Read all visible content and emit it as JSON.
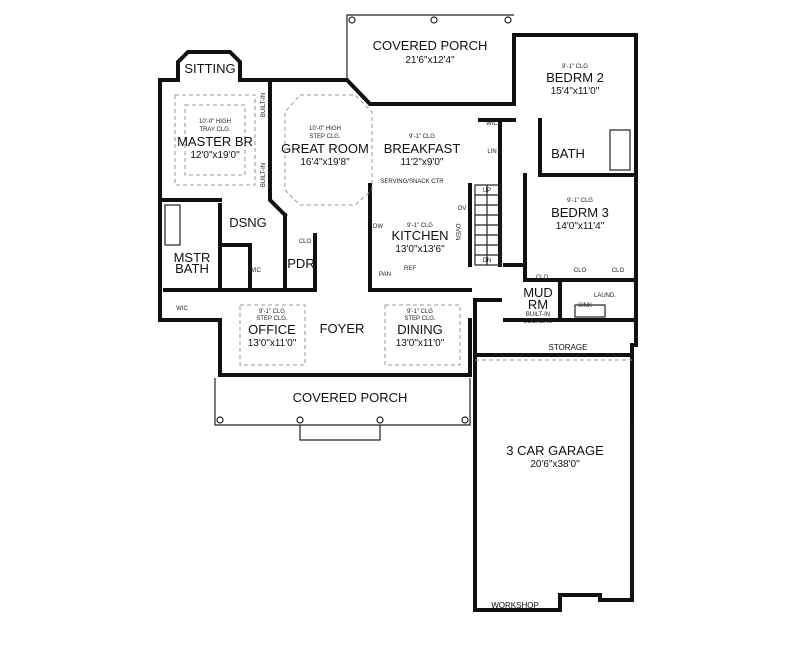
{
  "rooms": {
    "rear_porch": {
      "name": "COVERED PORCH",
      "size": "21'6\"x12'4\""
    },
    "bedrm2": {
      "ceiling": "9'-1\" CLG",
      "name": "BEDRM 2",
      "size": "15'4\"x11'0\""
    },
    "sitting": {
      "name": "SITTING"
    },
    "master": {
      "ceiling1": "10'-0\" HIGH",
      "ceiling2": "TRAY CLG.",
      "name": "MASTER BR",
      "size": "12'0\"x19'0\""
    },
    "great": {
      "ceiling1": "10'-0\" HIGH",
      "ceiling2": "STEP CLG.",
      "name": "GREAT ROOM",
      "size": "16'4\"x19'8\""
    },
    "breakfast": {
      "ceiling": "9'-1\" CLG",
      "name": "BREAKFAST",
      "size": "11'2\"x9'0\""
    },
    "kitchen": {
      "ceiling": "9'-1\" CLG",
      "name": "KITCHEN",
      "size": "13'0\"x13'6\""
    },
    "bedrm3": {
      "ceiling": "9'-1\" CLG",
      "name": "BEDRM 3",
      "size": "14'0\"x11'4\""
    },
    "bath": {
      "name": "BATH"
    },
    "dsng": {
      "name": "DSNG"
    },
    "mstr_bath": {
      "line1": "MSTR",
      "line2": "BATH"
    },
    "pdr": {
      "name": "PDR"
    },
    "office": {
      "ceiling1": "9'-1\" CLG",
      "ceiling2": "STEP CLG.",
      "name": "OFFICE",
      "size": "13'0\"x11'0\""
    },
    "foyer": {
      "name": "FOYER"
    },
    "dining": {
      "ceiling1": "9'-1\" CLG",
      "ceiling2": "STEP CLG.",
      "name": "DINING",
      "size": "13'0\"x11'0\""
    },
    "mud": {
      "line1": "MUD",
      "line2": "RM"
    },
    "front_porch": {
      "name": "COVERED PORCH"
    },
    "storage": {
      "name": "STORAGE"
    },
    "garage": {
      "name": "3 CAR GARAGE",
      "size": "20'6\"x38'0\""
    },
    "workshop": {
      "name": "WORKSHOP"
    }
  },
  "labels": {
    "built_in": "BUILT-IN",
    "serving": "SERVING/SNACK CTR",
    "wic": "WIC",
    "lin": "LIN",
    "clo": "CLO",
    "dw": "DW",
    "ov": "OV",
    "oven": "OVEN",
    "pan": "PAN",
    "ref": "REF",
    "up": "UP",
    "dn": "DN",
    "laund": "LAUND.",
    "sink": "SINK",
    "lockers1": "BUILT-IN",
    "lockers2": "LOCKERS"
  }
}
